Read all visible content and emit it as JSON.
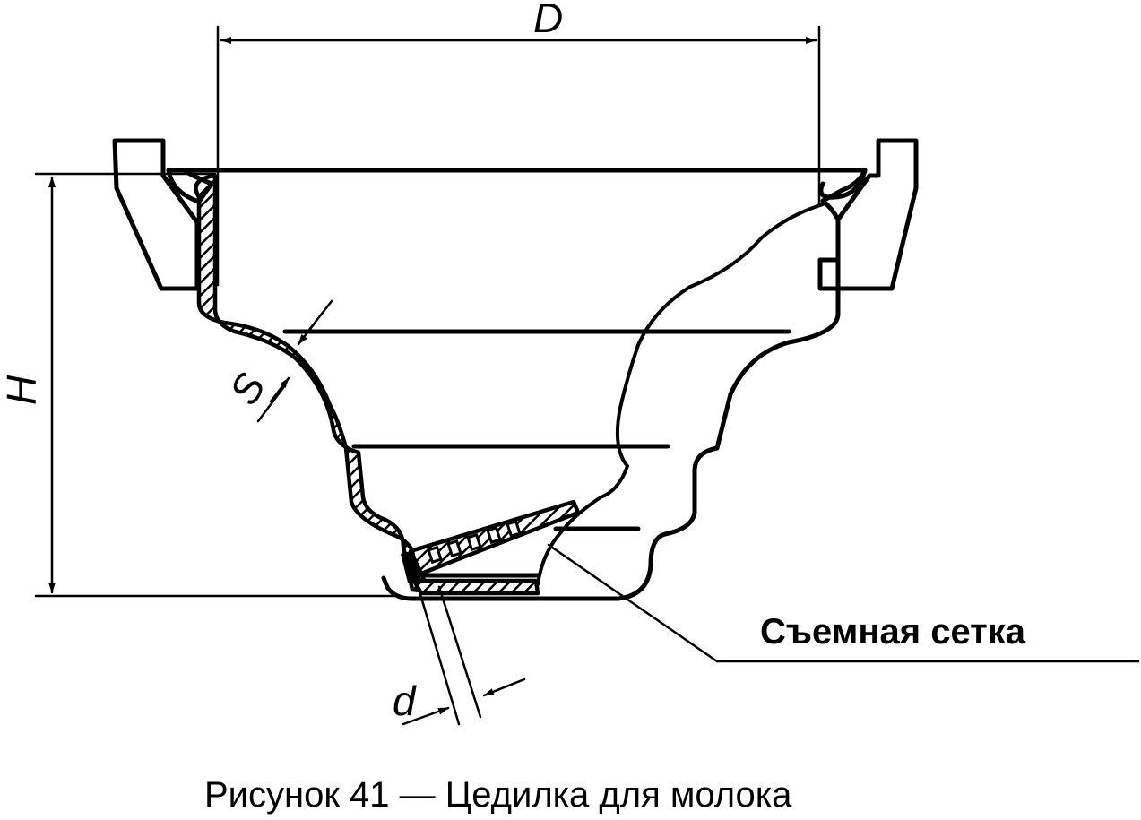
{
  "figure": {
    "dimension_labels": {
      "diameter": "D",
      "height": "H",
      "wall_thickness": "S",
      "mesh_hole": "d"
    },
    "callout_label": "Съемная сетка",
    "caption": "Рисунок 41 — Цедилка для молока"
  }
}
